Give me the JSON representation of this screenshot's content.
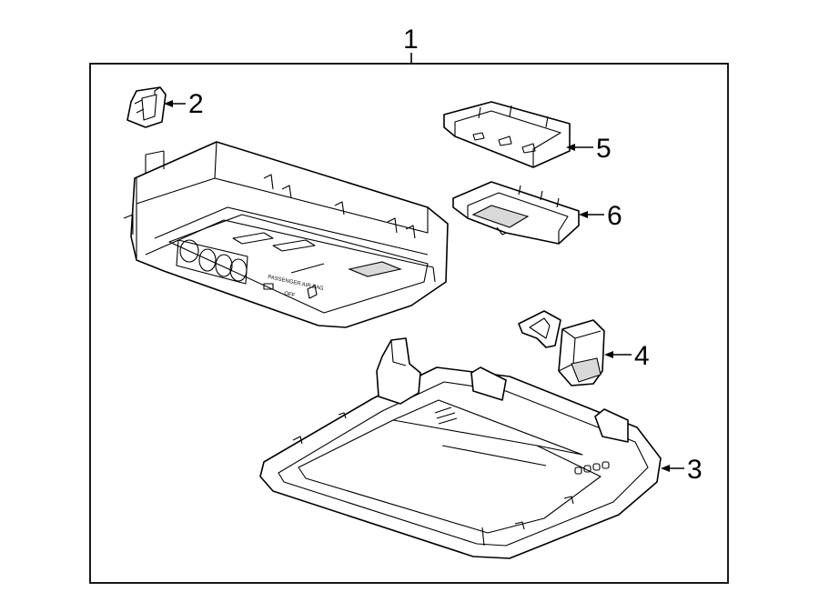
{
  "diagram": {
    "callouts": {
      "c1": "1",
      "c2": "2",
      "c3": "3",
      "c4": "4",
      "c5": "5",
      "c6": "6"
    },
    "console_labels": {
      "airbag": "PASSENGER AIR BAG",
      "off": "OFF"
    }
  }
}
